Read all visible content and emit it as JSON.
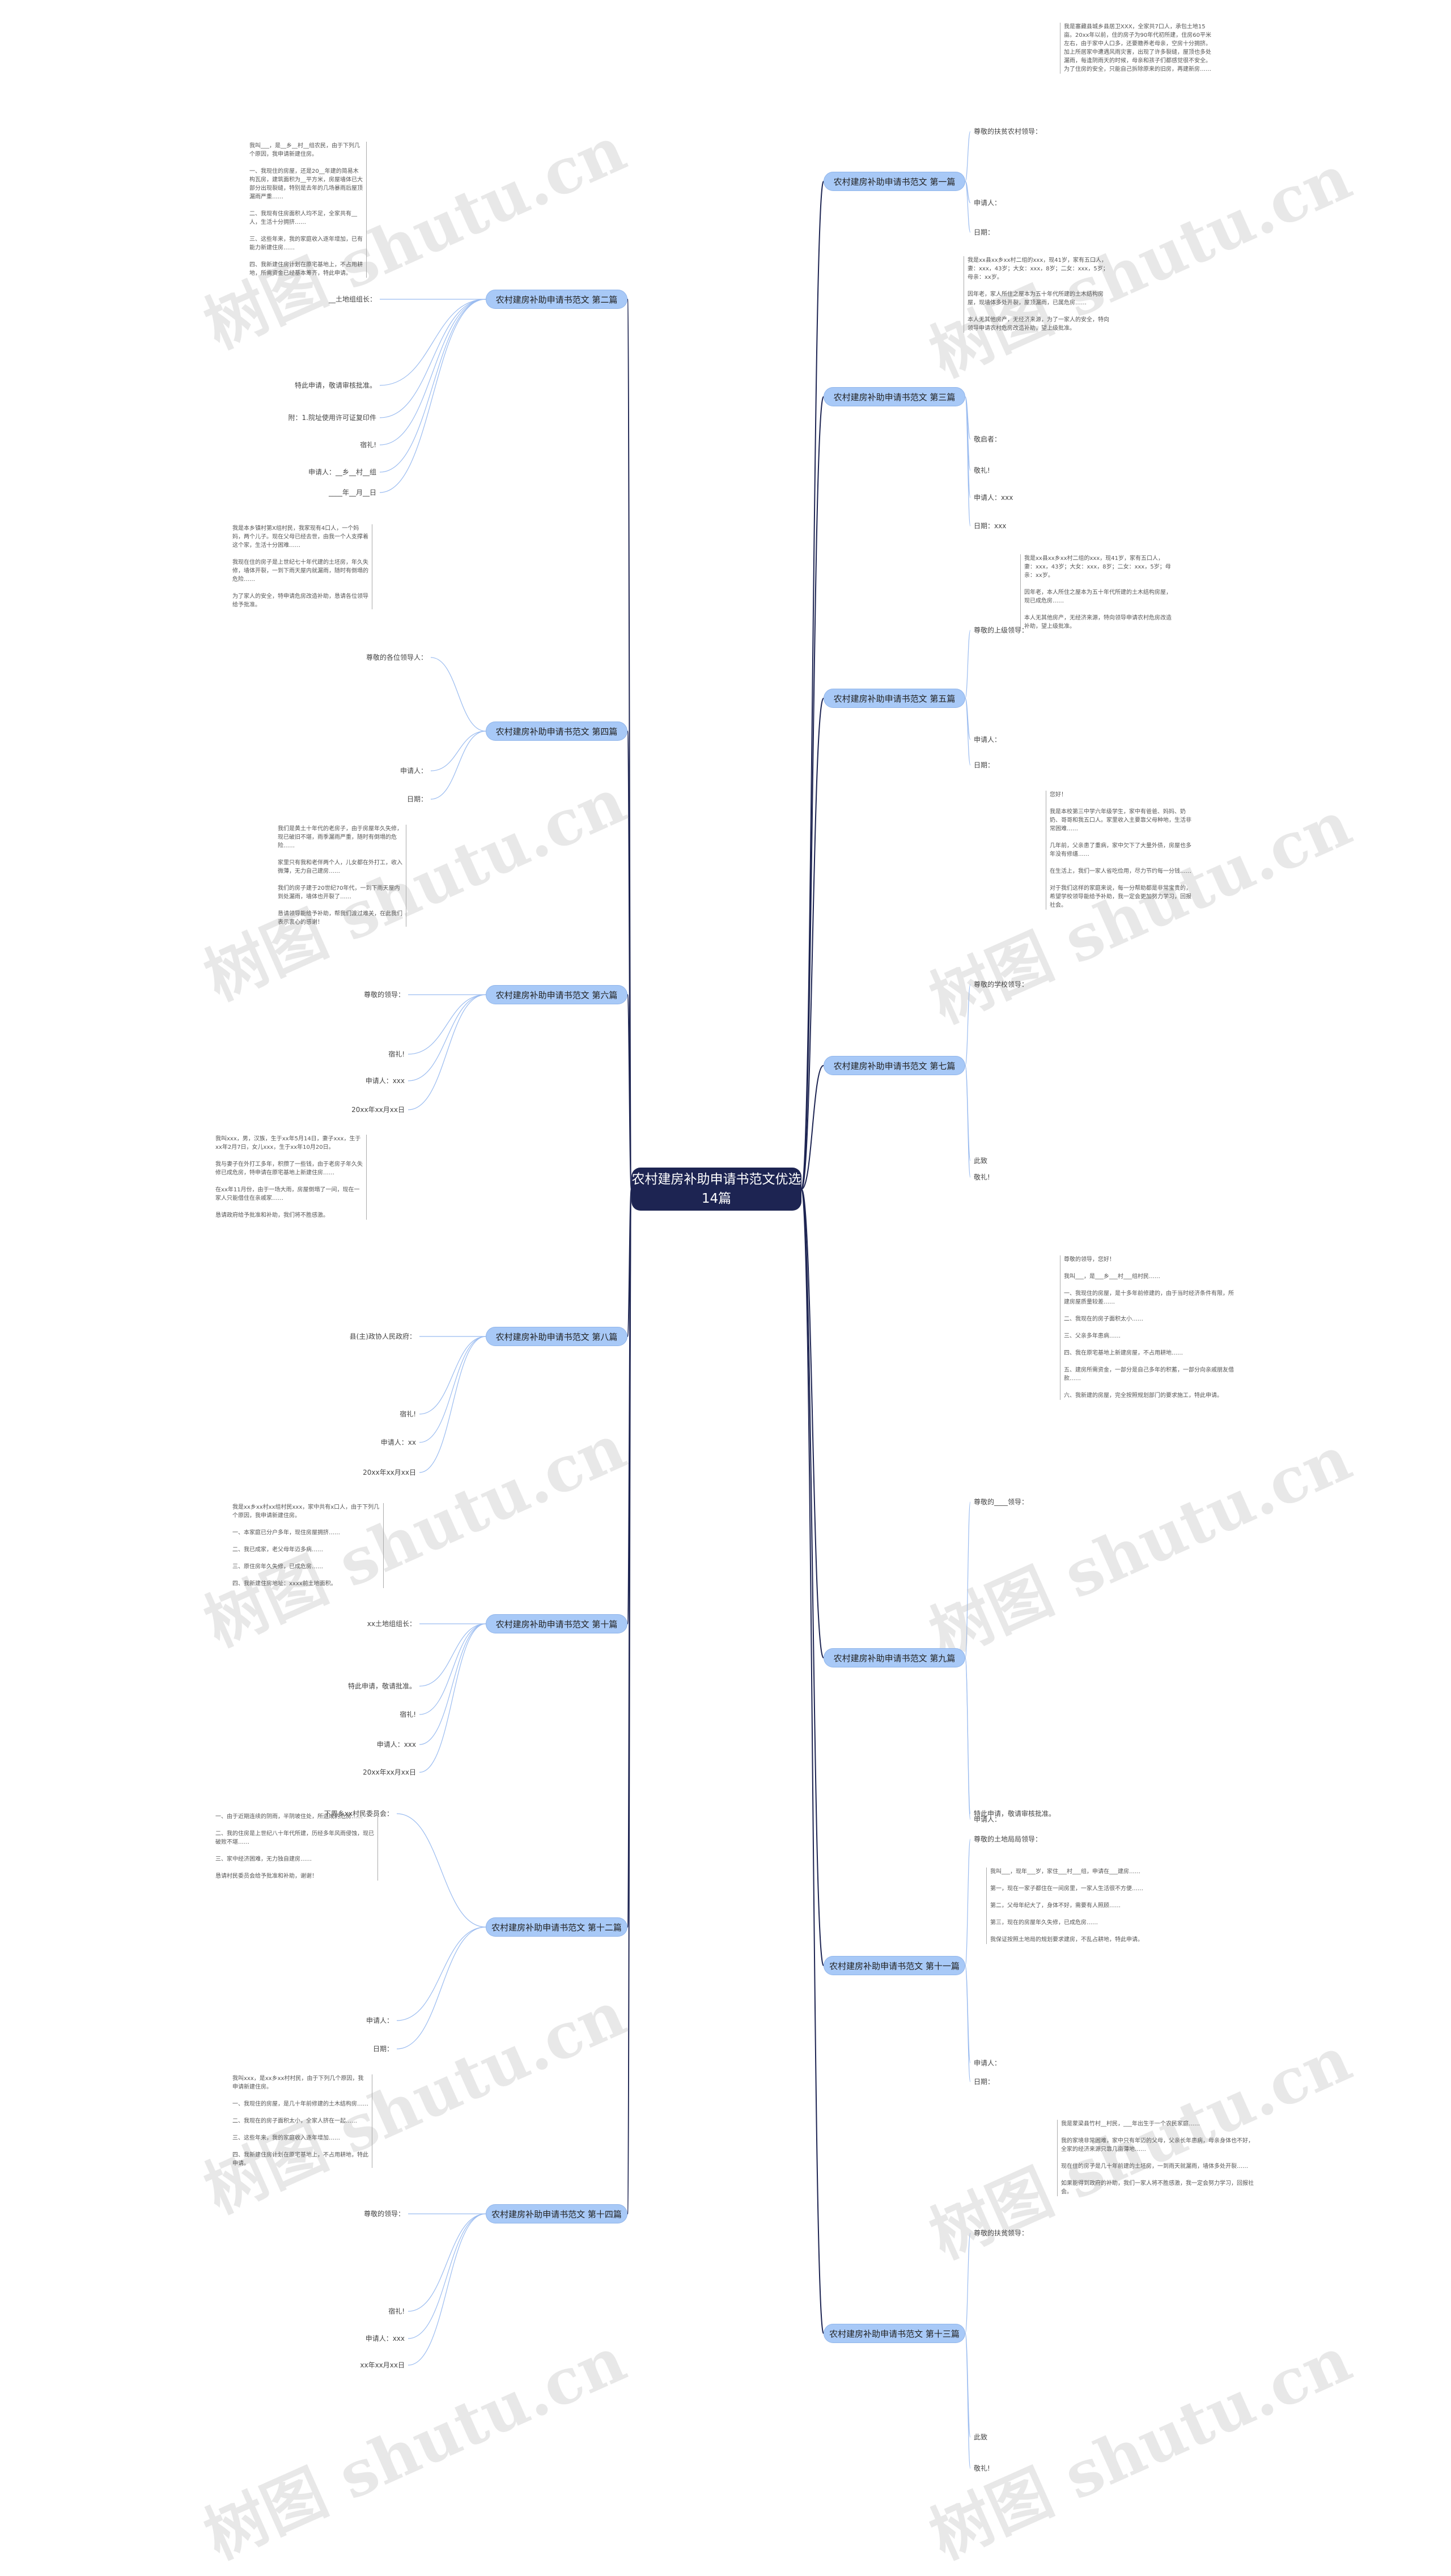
{
  "title": "农村建房补助申请书范文优选14篇",
  "watermark": "树图 shutu.cn",
  "colors": {
    "center": "#1d2452",
    "branch": "#a8c9f7",
    "line": "#1d2452",
    "sub_line": "#9bbcf0"
  },
  "branches": [
    {
      "label": "农村建房补助申请书范文 第一篇",
      "subs": [
        "尊敬的扶贫农村领导：",
        "申请人：",
        "日期："
      ],
      "para": "我是塞藏县城乡县居卫XXX，全家共7口人，承包土地15亩。20xx年以前，住的房子为90年代初所建，住房60平米左右，由于家中人口多，还要赡养老母亲，空房十分拥挤。加上所居家中遭遇风雨灾害，出现了许多裂缝，屋顶也多处漏雨，每逢阴雨天的时候，母亲和孩子们都感觉很不安全。为了住房的安全，只能自己拆除原来的旧房，再建新房……"
    },
    {
      "label": "农村建房补助申请书范文 第二篇",
      "subs": [
        "__土地组组长：",
        "特此申请，敬请审核批准。",
        "附：1.院址使用许可证复印件",
        "宿礼!",
        "申请人：__乡__村__组",
        "____年__月__日"
      ],
      "para": "我叫___，是__乡__村__组农民，由于下列几个原因，我申请新建住房。\n\n一、我现住的房屋，还是20__年建的简易木构瓦房，建筑面积为__平方米，房屋墙体已大部分出现裂缝，特别是去年的几场暴雨后屋顶漏雨严重……\n\n二、我现有住房面积人均不足，全家共有__人，生活十分拥挤……\n\n三、这些年来，我的家庭收入逐年增加，已有能力新建住房……\n\n四、我新建住房计划在原宅基地上，不占用耕地，所需资金已经基本筹齐，特此申请。"
    },
    {
      "label": "农村建房补助申请书范文 第三篇",
      "subs": [
        "敬启者：",
        "敬礼!",
        "申请人：xxx",
        "日期：xxx"
      ],
      "para": "我是xx县xx乡xx村二组的xxx，现41岁，家有五口人，妻：xxx，43岁；大女：xxx，8岁；二女：xxx，5岁；母亲：xx岁。\n\n因年老，家人所住之屋本为五十年代所建的土木结构房屋，现墙体多处开裂，屋顶漏雨，已属危房……\n\n本人无其他房产，无经济来源，为了一家人的安全，特向领导申请农村危房改造补助，望上级批准。"
    },
    {
      "label": "农村建房补助申请书范文 第四篇",
      "subs": [
        "尊敬的各位领导人：",
        "申请人：",
        "日期："
      ],
      "para": "我是本乡镇村第X组村民，我家现有4口人，一个妈妈，两个儿子。现在父母已经去世，由我一个人支撑着这个家，生活十分困难……\n\n我现在住的房子是上世纪七十年代建的土坯房，年久失修，墙体开裂，一到下雨天屋内就漏雨，随时有倒塌的危险……\n\n为了家人的安全，特申请危房改造补助，恳请各位领导给予批准。"
    },
    {
      "label": "农村建房补助申请书范文 第五篇",
      "subs": [
        "尊敬的上级领导：",
        "申请人：",
        "日期："
      ],
      "para": "我是xx县xx乡xx村二组的xxx，现41岁，家有五口人，妻：xxx，43岁；大女：xxx，8岁；二女：xxx，5岁；母亲：xx岁。\n\n因年老，本人所住之屋本为五十年代所建的土木结构房屋，现已成危房……\n\n本人无其他房产，无经济来源，特向领导申请农村危房改造补助，望上级批准。"
    },
    {
      "label": "农村建房补助申请书范文 第六篇",
      "subs": [
        "尊敬的领导：",
        "宿礼!",
        "申请人：xxx",
        "20xx年xx月xx日"
      ],
      "para": "我们是黄土十年代的老房子，由于房屋年久失修，现已破旧不堪，雨季漏雨严重，随时有倒塌的危险……\n\n家里只有我和老伴两个人，儿女都在外打工，收入微薄，无力自己建房……\n\n我们的房子建于20世纪70年代，一到下雨天屋内到处漏雨，墙体也开裂了……\n\n恳请领导能给予补助，帮我们渡过难关，在此我们表示衷心的感谢！"
    },
    {
      "label": "农村建房补助申请书范文 第七篇",
      "subs": [
        "尊敬的学校领导：",
        "此致",
        "敬礼!"
      ],
      "para": "您好！\n\n我是本校第三中学六年级学生，家中有爸爸、妈妈、奶奶、哥哥和我五口人。家里收入主要靠父母种地，生活非常困难……\n\n几年前，父亲患了重病，家中欠下了大量外债，房屋也多年没有修缮……\n\n在生活上，我们一家人省吃俭用，尽力节约每一分钱……\n\n对于我们这样的家庭来说，每一分帮助都是非常宝贵的，希望学校领导能给予补助，我一定会更加努力学习，回报社会。"
    },
    {
      "label": "农村建房补助申请书范文 第八篇",
      "subs": [
        "县(主)政协人民政府：",
        "宿礼!",
        "申请人：xx",
        "20xx年xx月xx日"
      ],
      "para": "我叫xxx，男，汉族，生于xx年5月14日，妻子xxx，生于xx年2月7日，女儿xxx，生于xx年10月20日。\n\n我与妻子在外打工多年，积攒了一些钱，由于老房子年久失修已成危房，特申请在原宅基地上新建住房……\n\n在xx年11月份，由于一场大雨，房屋倒塌了一间，现在一家人只能借住在亲戚家……\n\n恳请政府给予批准和补助，我们将不胜感激。"
    },
    {
      "label": "农村建房补助申请书范文 第十篇",
      "subs": [
        "xx土地组组长：",
        "特此申请，敬请批准。",
        "宿礼!",
        "申请人：xxx",
        "20xx年xx月xx日"
      ],
      "para": "我是xx乡xx村xx组村民xxx，家中共有x口人，由于下列几个原因，我申请新建住房。\n\n一、本家庭已分户多年，现住房屋拥挤……\n\n二、我已成家，老父母年迈多病……\n\n三、原住房年久失修，已成危房……\n\n四、我新建住房地址：xxxx前土地面积。"
    },
    {
      "label": "农村建房补助申请书范文 第九篇",
      "subs": [
        "尊敬的____领导：",
        "特此申请，敬请审核批准。",
        "申请人："
      ],
      "para": "尊敬的领导，您好！\n\n我叫___，是___乡___村___组村民……\n\n一、我现住的房屋，是十多年前修建的，由于当时经济条件有限，所建房屋质量较差……\n\n二、我现在的房子面积太小……\n\n三、父亲多年患病……\n\n四、我在原宅基地上新建房屋，不占用耕地……\n\n五、建房所需资金，一部分是自己多年的积蓄，一部分向亲戚朋友借款……\n\n六、我新建的房屋，完全按照规划部门的要求施工，特此申请。"
    },
    {
      "label": "农村建房补助申请书范文 第十一篇",
      "subs": [
        "尊敬的土地局局领导：",
        "申请人：",
        "日期："
      ],
      "para": "我叫___，现年___岁，家住___村___组，申请在___建房……\n\n第一，现在一家子都住在一间房里，一家人生活很不方便……\n\n第二，父母年纪大了，身体不好，需要有人照顾……\n\n第三，现在的房屋年久失修，已成危房……\n\n我保证按照土地局的规划要求建房，不乱占耕地，特此申请。"
    },
    {
      "label": "农村建房补助申请书范文 第十二篇",
      "subs": [
        "下周乡xx村民委员会：",
        "申请人：",
        "日期："
      ],
      "para": "一、由于近期连续的阴雨，半阴坡住处，所造成的危房……\n\n二、我的住房是上世纪八十年代所建，历经多年风雨侵蚀，现已破败不堪……\n\n三、家中经济困难，无力独自建房……\n\n恳请村民委员会给予批准和补助，谢谢！"
    },
    {
      "label": "农村建房补助申请书范文 第十三篇",
      "subs": [
        "尊敬的扶贫领导：",
        "此致",
        "敬礼!"
      ],
      "para": "我是蒙梁县竹村__村民，___年出生于一个农民家庭……\n\n我的家境非常困难，家中只有年迈的父母，父亲长年患病，母亲身体也不好，全家的经济来源只靠几亩薄地……\n\n现在住的房子是几十年前建的土坯房，一到雨天就漏雨，墙体多处开裂……\n\n如果能得到政府的补助，我们一家人将不胜感激，我一定会努力学习，回报社会。"
    },
    {
      "label": "农村建房补助申请书范文 第十四篇",
      "subs": [
        "尊敬的领导：",
        "宿礼!",
        "申请人：xxx",
        "xx年xx月xx日"
      ],
      "para": "我叫xxx，是xx乡xx村村民，由于下列几个原因，我申请新建住房。\n\n一、我现住的房屋，是几十年前修建的土木结构房……\n\n二、我现在的房子面积太小，全家人挤在一起……\n\n三、这些年来，我的家庭收入逐年增加……\n\n四、我新建住房计划在原宅基地上，不占用耕地，特此申请。"
    }
  ]
}
